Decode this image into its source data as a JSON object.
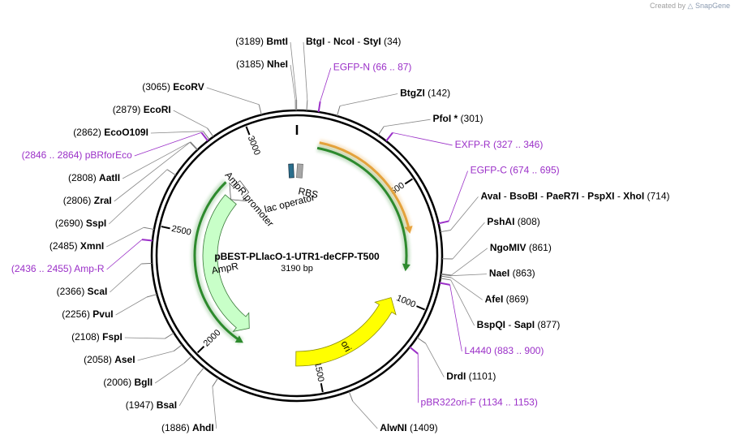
{
  "branding": {
    "created_by": "Created by",
    "app": "SnapGene"
  },
  "plasmid": {
    "name": "pBEST-PLlacO-1-UTR1-deCFP-T500",
    "size": "3190 bp",
    "length": 3190
  },
  "ticks": [
    {
      "pos": 500,
      "label": "500"
    },
    {
      "pos": 1000,
      "label": "1000"
    },
    {
      "pos": 1500,
      "label": "1500"
    },
    {
      "pos": 2000,
      "label": "2000"
    },
    {
      "pos": 2500,
      "label": "2500"
    },
    {
      "pos": 3000,
      "label": "3000"
    }
  ],
  "labels": [
    {
      "id": "bmti",
      "kind": "enzyme",
      "pos": 3189,
      "side": "L",
      "parts": [
        [
          "(3189) ",
          "n"
        ],
        [
          "BmtI",
          "b"
        ]
      ],
      "colors": "black"
    },
    {
      "id": "nhei",
      "kind": "enzyme",
      "pos": 3185,
      "side": "L",
      "parts": [
        [
          "(3185) ",
          "n"
        ],
        [
          "NheI",
          "b"
        ]
      ],
      "colors": "black"
    },
    {
      "id": "ecorv",
      "kind": "enzyme",
      "pos": 3065,
      "side": "L",
      "parts": [
        [
          "(3065) ",
          "n"
        ],
        [
          "EcoRV",
          "b"
        ]
      ],
      "colors": "black"
    },
    {
      "id": "ecori",
      "kind": "enzyme",
      "pos": 2879,
      "side": "L",
      "parts": [
        [
          "(2879) ",
          "n"
        ],
        [
          "EcoRI",
          "b"
        ]
      ],
      "colors": "black"
    },
    {
      "id": "ecoo109i",
      "kind": "enzyme",
      "pos": 2862,
      "side": "L",
      "parts": [
        [
          "(2862) ",
          "n"
        ],
        [
          "EcoO109I",
          "b"
        ]
      ],
      "colors": "black"
    },
    {
      "id": "pbrforeco",
      "kind": "primer",
      "pos": 2855,
      "side": "L",
      "parts": [
        [
          "(2846 .. 2864)  ",
          "n"
        ],
        [
          "pBRforEco",
          "n"
        ]
      ],
      "colors": "purple"
    },
    {
      "id": "aatii",
      "kind": "enzyme",
      "pos": 2808,
      "side": "L",
      "parts": [
        [
          "(2808) ",
          "n"
        ],
        [
          "AatII",
          "b"
        ]
      ],
      "colors": "black"
    },
    {
      "id": "zrai",
      "kind": "enzyme",
      "pos": 2806,
      "side": "L",
      "parts": [
        [
          "(2806) ",
          "n"
        ],
        [
          "ZraI",
          "b"
        ]
      ],
      "colors": "black"
    },
    {
      "id": "sspi",
      "kind": "enzyme",
      "pos": 2690,
      "side": "L",
      "parts": [
        [
          "(2690) ",
          "n"
        ],
        [
          "SspI",
          "b"
        ]
      ],
      "colors": "black"
    },
    {
      "id": "xmni",
      "kind": "enzyme",
      "pos": 2485,
      "side": "L",
      "parts": [
        [
          "(2485) ",
          "n"
        ],
        [
          "XmnI",
          "b"
        ]
      ],
      "colors": "black"
    },
    {
      "id": "amp-r-primer",
      "kind": "primer",
      "pos": 2445,
      "side": "L",
      "parts": [
        [
          "(2436 .. 2455)  ",
          "n"
        ],
        [
          "Amp-R",
          "n"
        ]
      ],
      "colors": "purple"
    },
    {
      "id": "scai",
      "kind": "enzyme",
      "pos": 2366,
      "side": "L",
      "parts": [
        [
          "(2366) ",
          "n"
        ],
        [
          "ScaI",
          "b"
        ]
      ],
      "colors": "black"
    },
    {
      "id": "pvui",
      "kind": "enzyme",
      "pos": 2256,
      "side": "L",
      "parts": [
        [
          "(2256) ",
          "n"
        ],
        [
          "PvuI",
          "b"
        ]
      ],
      "colors": "black"
    },
    {
      "id": "fspi",
      "kind": "enzyme",
      "pos": 2108,
      "side": "L",
      "parts": [
        [
          "(2108) ",
          "n"
        ],
        [
          "FspI",
          "b"
        ]
      ],
      "colors": "black"
    },
    {
      "id": "asei",
      "kind": "enzyme",
      "pos": 2058,
      "side": "L",
      "parts": [
        [
          "(2058) ",
          "n"
        ],
        [
          "AseI",
          "b"
        ]
      ],
      "colors": "black"
    },
    {
      "id": "bgli",
      "kind": "enzyme",
      "pos": 2006,
      "side": "L",
      "parts": [
        [
          "(2006) ",
          "n"
        ],
        [
          "BglI",
          "b"
        ]
      ],
      "colors": "black"
    },
    {
      "id": "bsai",
      "kind": "enzyme",
      "pos": 1947,
      "side": "L",
      "parts": [
        [
          "(1947) ",
          "n"
        ],
        [
          "BsaI",
          "b"
        ]
      ],
      "colors": "black"
    },
    {
      "id": "ahdi",
      "kind": "enzyme",
      "pos": 1886,
      "side": "L",
      "parts": [
        [
          "(1886) ",
          "n"
        ],
        [
          "AhdI",
          "b"
        ]
      ],
      "colors": "black"
    },
    {
      "id": "btgi-ncoi-styi",
      "kind": "enzyme",
      "pos": 34,
      "side": "R",
      "parts": [
        [
          "BtgI",
          "b"
        ],
        [
          "  -  ",
          "n"
        ],
        [
          "NcoI",
          "b"
        ],
        [
          "  -  ",
          "n"
        ],
        [
          "StyI",
          "b"
        ],
        [
          "   (34)",
          "n"
        ]
      ],
      "colors": "black"
    },
    {
      "id": "egfp-n",
      "kind": "primer",
      "pos": 76,
      "side": "R",
      "parts": [
        [
          "EGFP-N",
          "n"
        ],
        [
          "     (66 .. 87)",
          "n"
        ]
      ],
      "colors": "purple"
    },
    {
      "id": "btgzi",
      "kind": "enzyme",
      "pos": 142,
      "side": "R",
      "parts": [
        [
          "BtgZI",
          "b"
        ],
        [
          "   (142)",
          "n"
        ]
      ],
      "colors": "black"
    },
    {
      "id": "pfoi",
      "kind": "enzyme",
      "pos": 301,
      "side": "R",
      "parts": [
        [
          "PfoI *",
          "b"
        ],
        [
          "   (301)",
          "n"
        ]
      ],
      "colors": "black"
    },
    {
      "id": "exfp-r",
      "kind": "primer",
      "pos": 336,
      "side": "R",
      "parts": [
        [
          "EXFP-R",
          "n"
        ],
        [
          "     (327 .. 346)",
          "n"
        ]
      ],
      "colors": "purple"
    },
    {
      "id": "egfp-c",
      "kind": "primer",
      "pos": 684,
      "side": "R",
      "parts": [
        [
          "EGFP-C",
          "n"
        ],
        [
          "     (674 .. 695)",
          "n"
        ]
      ],
      "colors": "purple"
    },
    {
      "id": "avai-group",
      "kind": "enzyme",
      "pos": 714,
      "side": "R",
      "parts": [
        [
          "AvaI",
          "b"
        ],
        [
          "  -  ",
          "n"
        ],
        [
          "BsoBI",
          "b"
        ],
        [
          "  -  ",
          "n"
        ],
        [
          "PaeR7I",
          "b"
        ],
        [
          "  -  ",
          "n"
        ],
        [
          "PspXI",
          "b"
        ],
        [
          "  -  ",
          "n"
        ],
        [
          "XhoI",
          "b"
        ],
        [
          "     (714)",
          "n"
        ]
      ],
      "colors": "black"
    },
    {
      "id": "pshai",
      "kind": "enzyme",
      "pos": 808,
      "side": "R",
      "parts": [
        [
          "PshAI",
          "b"
        ],
        [
          "   (808)",
          "n"
        ]
      ],
      "colors": "black"
    },
    {
      "id": "ngomiv",
      "kind": "enzyme",
      "pos": 861,
      "side": "R",
      "parts": [
        [
          "NgoMIV",
          "b"
        ],
        [
          "   (861)",
          "n"
        ]
      ],
      "colors": "black"
    },
    {
      "id": "naei",
      "kind": "enzyme",
      "pos": 863,
      "side": "R",
      "parts": [
        [
          "NaeI",
          "b"
        ],
        [
          "   (863)",
          "n"
        ]
      ],
      "colors": "black"
    },
    {
      "id": "afei",
      "kind": "enzyme",
      "pos": 869,
      "side": "R",
      "parts": [
        [
          "AfeI",
          "b"
        ],
        [
          "   (869)",
          "n"
        ]
      ],
      "colors": "black"
    },
    {
      "id": "bspqi-sapi",
      "kind": "enzyme",
      "pos": 877,
      "side": "R",
      "parts": [
        [
          "BspQI",
          "b"
        ],
        [
          "  -  ",
          "n"
        ],
        [
          "SapI",
          "b"
        ],
        [
          "     (877)",
          "n"
        ]
      ],
      "colors": "black"
    },
    {
      "id": "l4440",
      "kind": "primer",
      "pos": 893,
      "side": "R",
      "parts": [
        [
          "L4440",
          "n"
        ],
        [
          "     (883 .. 900)",
          "n"
        ]
      ],
      "colors": "purple"
    },
    {
      "id": "drdi",
      "kind": "enzyme",
      "pos": 1101,
      "side": "R",
      "parts": [
        [
          "DrdI",
          "b"
        ],
        [
          "   (1101)",
          "n"
        ]
      ],
      "colors": "black"
    },
    {
      "id": "pbr322ori-f",
      "kind": "primer",
      "pos": 1143,
      "side": "R",
      "parts": [
        [
          "pBR322ori-F",
          "n"
        ],
        [
          "     (1134 .. 1153)",
          "n"
        ]
      ],
      "colors": "purple"
    },
    {
      "id": "alwni",
      "kind": "enzyme",
      "pos": 1409,
      "side": "R",
      "parts": [
        [
          "AlwNI",
          "b"
        ],
        [
          "   (1409)",
          "n"
        ]
      ],
      "colors": "black"
    }
  ],
  "features": {
    "decfp": {
      "start": 100,
      "end": 700,
      "color": "#e8a33d",
      "direction": "cw",
      "label": ""
    },
    "lac_transcript": {
      "start": 95,
      "end": 870,
      "color": "#2d8a2d",
      "direction": "cw",
      "label": ""
    },
    "ori": {
      "start": 1010,
      "end": 1600,
      "color": "#ffff00",
      "direction": "ccw",
      "label": "ori"
    },
    "ampr": {
      "start": 1890,
      "end": 2750,
      "color": "#c8ffc8",
      "direction": "ccw",
      "label": "AmpR"
    },
    "ampr_promoter": {
      "start": 2750,
      "end": 2860,
      "color": "#ffffff",
      "direction": "ccw",
      "label": "AmpR promoter"
    },
    "amp_transcript": {
      "start": 1875,
      "end": 2800,
      "color": "#2d8a2d",
      "direction": "ccw",
      "label": ""
    },
    "lac_operator": {
      "label": "lac operator",
      "color": "#2a6e8c"
    },
    "rbs": {
      "label": "RBS",
      "color": "#a6a6a6"
    }
  }
}
